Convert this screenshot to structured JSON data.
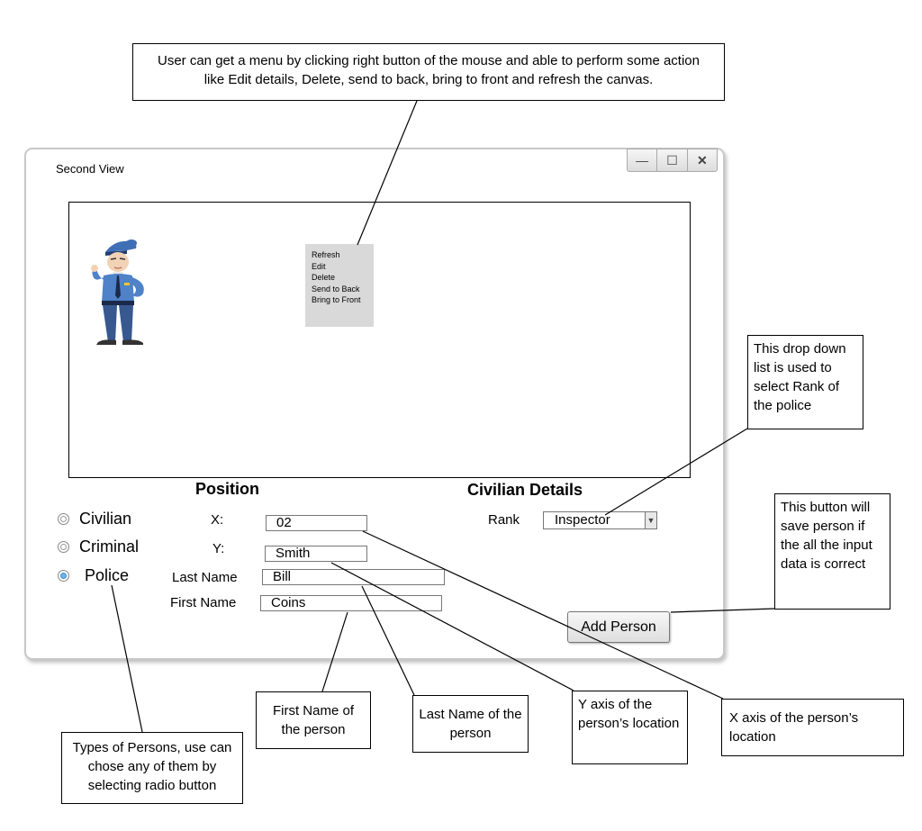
{
  "notes": {
    "context_menu": "User can get a menu by clicking right button of the mouse  and able to perform some action like Edit details, Delete, send to back, bring to front and refresh the canvas.",
    "rank_dropdown": "This drop down list is  used to select Rank of the police",
    "add_button": "This button will save person if the all the input data is correct",
    "first_name": "First Name of the person",
    "last_name": "Last Name of the person",
    "y_axis": "Y axis of the person’s location",
    "x_axis": "X axis of the person’s location",
    "types": "Types of Persons, use can chose any of them by selecting radio button"
  },
  "window": {
    "title": "Second View",
    "controls": {
      "minimize": "—",
      "maximize": "☐",
      "close": "✕"
    }
  },
  "context_menu": {
    "items": [
      "Refresh",
      "Edit",
      "Delete",
      "Send to Back",
      "Bring to Front"
    ]
  },
  "sections": {
    "position": "Position",
    "civilian_details": "Civilian Details"
  },
  "person_types": [
    {
      "label": "Civilian",
      "checked": false
    },
    {
      "label": "Criminal",
      "checked": false
    },
    {
      "label": "Police",
      "checked": true
    }
  ],
  "form": {
    "x_label": "X:",
    "x_value": "02",
    "y_label": "Y:",
    "y_value": "Smith",
    "last_name_label": "Last Name",
    "last_name_value": "Bill",
    "first_name_label": "First Name",
    "first_name_value": "Coins"
  },
  "rank": {
    "label": "Rank",
    "selected": "Inspector"
  },
  "add_button": {
    "label": "Add Person"
  },
  "icons": {
    "police_figure": "police-officer-icon",
    "dropdown": "chevron-down-icon"
  }
}
